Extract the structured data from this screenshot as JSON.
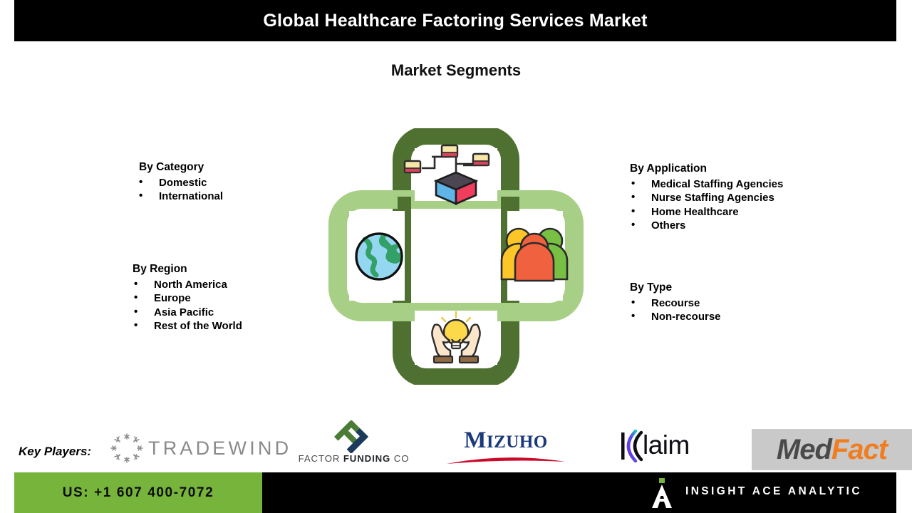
{
  "header": {
    "title": "Global Healthcare Factoring Services Market"
  },
  "subtitle": "Market Segments",
  "segments": [
    {
      "title": "By Category",
      "items": [
        "Domestic",
        "International"
      ]
    },
    {
      "title": "By Region",
      "items": [
        "North America",
        "Europe",
        "Asia Pacific",
        "Rest of the World"
      ]
    },
    {
      "title": "By Application",
      "items": [
        "Medical Staffing Agencies",
        "Nurse Staffing Agencies",
        "Home Healthcare",
        "Others"
      ]
    },
    {
      "title": "By Type",
      "items": [
        "Recourse",
        "Non-recourse"
      ]
    }
  ],
  "bullet": "•",
  "graphic": {
    "icons": [
      {
        "position": "top",
        "name": "network-cube-icon"
      },
      {
        "position": "left",
        "name": "globe-icon"
      },
      {
        "position": "right",
        "name": "people-group-icon"
      },
      {
        "position": "bottom",
        "name": "hands-lightbulb-icon"
      }
    ],
    "colors": {
      "dark_green": "#4e7030",
      "light_green": "#a8cf86"
    }
  },
  "key_players": {
    "label": "Key Players:",
    "logos": [
      {
        "name": "tradewind-logo",
        "text": "TRADEWIND"
      },
      {
        "name": "factor-funding-co-logo",
        "text_light": "FACTOR ",
        "text_bold": "FUNDING",
        "text_tail": " CO"
      },
      {
        "name": "mizuho-logo",
        "text_large": "M",
        "text_small": "IZUHO"
      },
      {
        "name": "klaim-logo",
        "text": "laim"
      },
      {
        "name": "medfact-logo",
        "text_dark": "Med",
        "text_accent": "Fact"
      }
    ]
  },
  "footer": {
    "phone": "US: +1 607 400-7072",
    "brand": "INSIGHT ACE ANALYTIC"
  },
  "colors": {
    "header_bg": "#000000",
    "footer_green": "#76b43c",
    "dark_green": "#4e7030",
    "light_green": "#a8cf86",
    "accent_orange": "#f07d20",
    "mizuho_blue": "#1b3a7a",
    "mizuho_red": "#cc0a2a"
  }
}
